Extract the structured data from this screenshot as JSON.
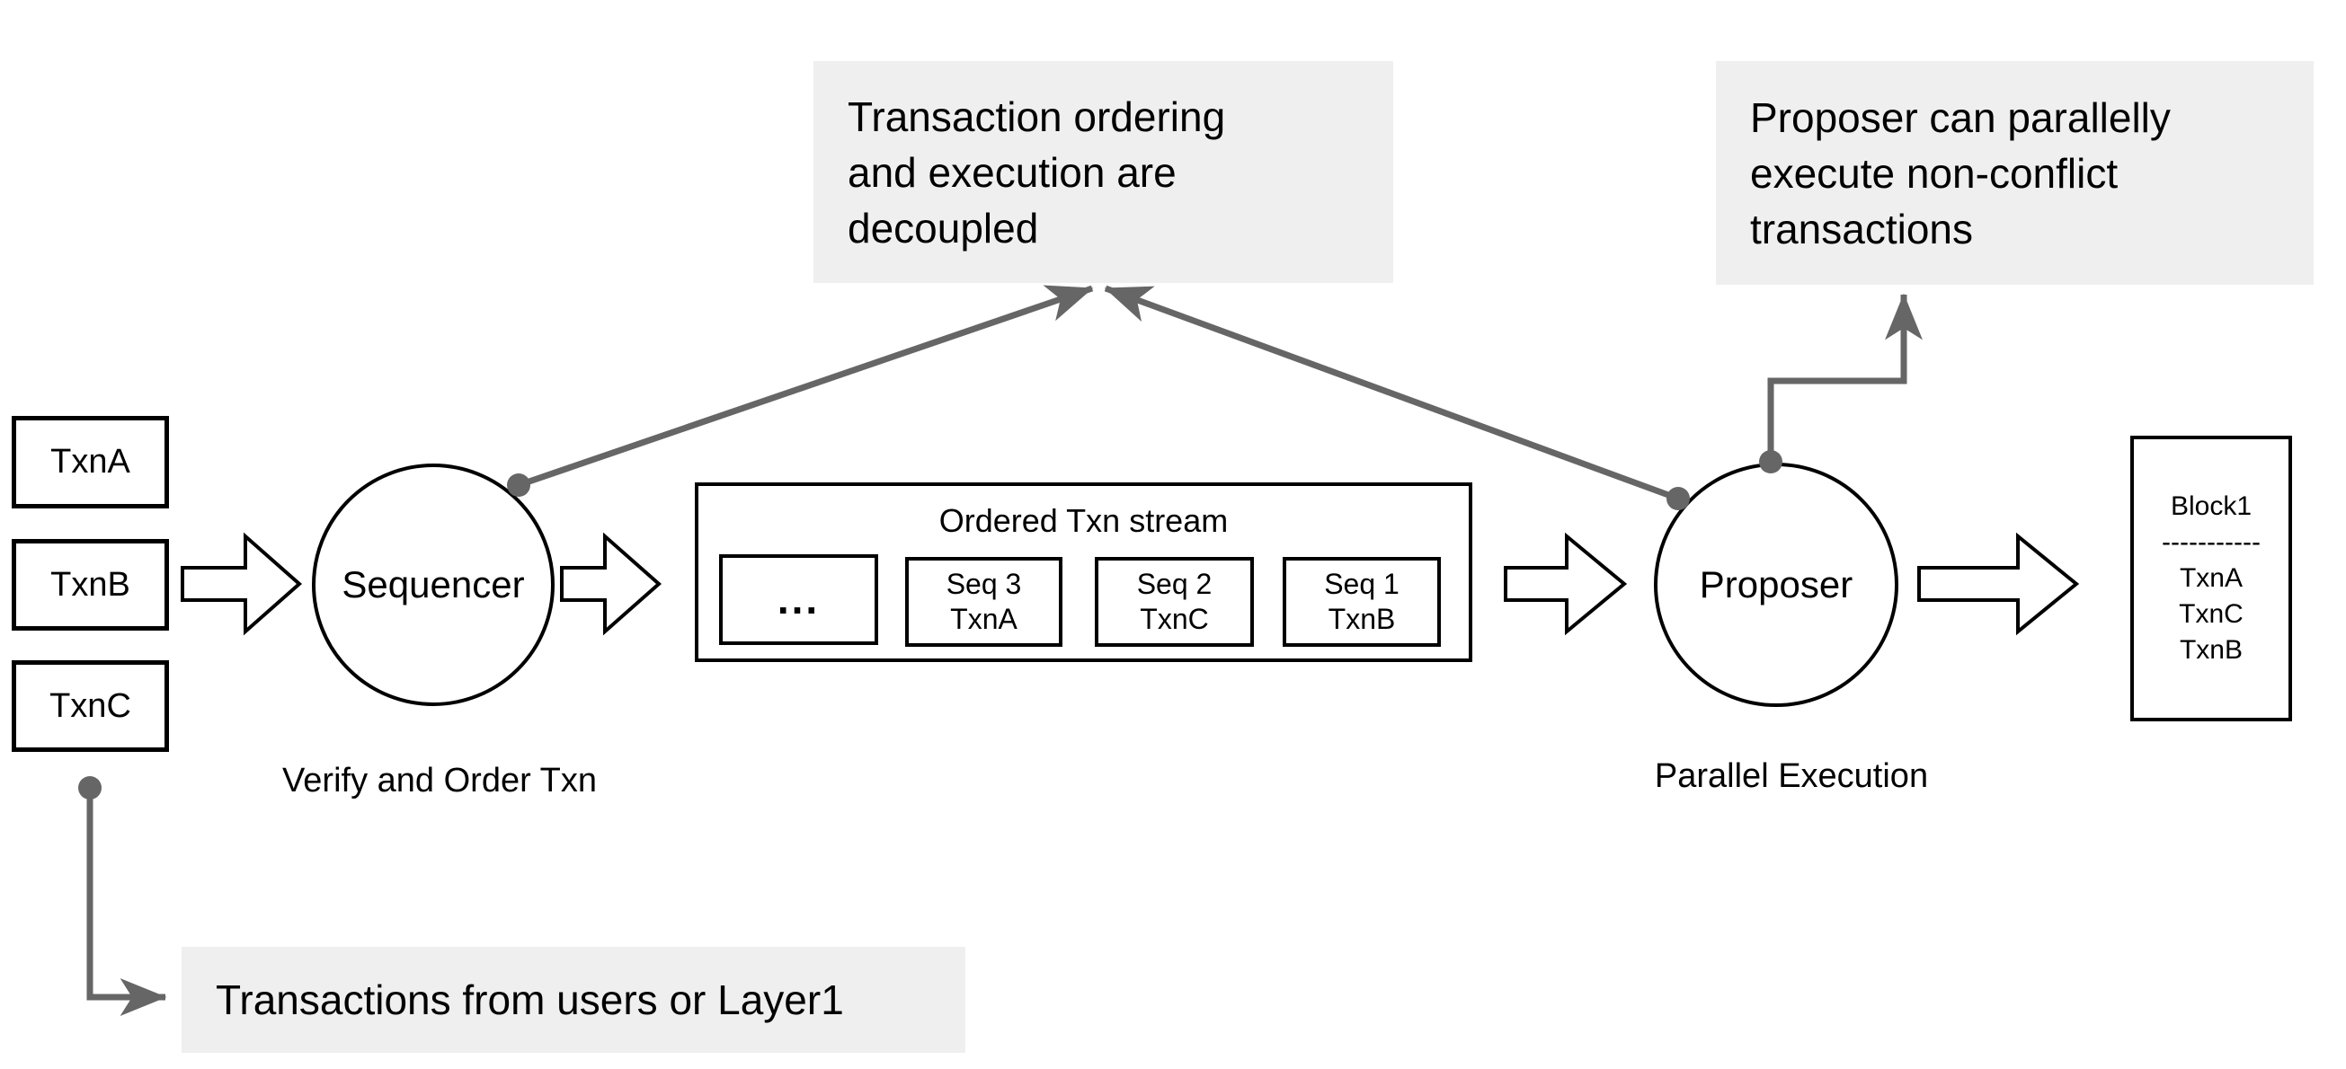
{
  "canvas": {
    "background": "#ffffff"
  },
  "colors": {
    "connector": "#666666",
    "callout_bg": "#efefef",
    "shape_stroke": "#000000"
  },
  "callouts": {
    "decoupled": "Transaction ordering\nand execution are\ndecoupled",
    "parallel": "Proposer can parallelly\nexecute non-conflict\ntransactions",
    "source": "Transactions from users or Layer1"
  },
  "sources": {
    "items": [
      {
        "label": "TxnA"
      },
      {
        "label": "TxnB"
      },
      {
        "label": "TxnC"
      }
    ]
  },
  "sequencer": {
    "label": "Sequencer",
    "caption": "Verify and Order Txn"
  },
  "proposer": {
    "label": "Proposer",
    "caption": "Parallel Execution"
  },
  "stream": {
    "title": "Ordered Txn stream",
    "slots": [
      {
        "line1": "...",
        "line2": ""
      },
      {
        "line1": "Seq 3",
        "line2": "TxnA"
      },
      {
        "line1": "Seq 2",
        "line2": "TxnC"
      },
      {
        "line1": "Seq 1",
        "line2": "TxnB"
      }
    ]
  },
  "block": {
    "title": "Block1",
    "divider": "-----------",
    "txns": [
      "TxnA",
      "TxnC",
      "TxnB"
    ]
  }
}
